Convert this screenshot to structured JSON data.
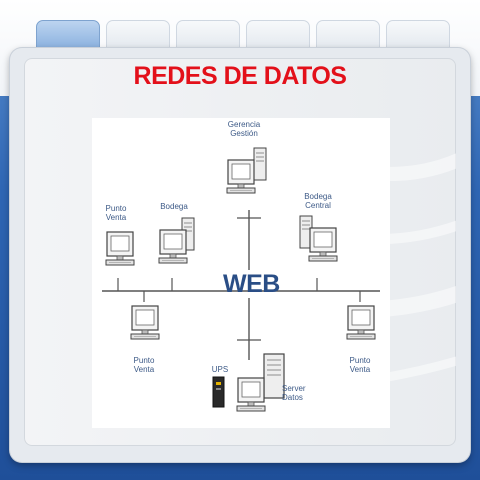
{
  "title": "REDES DE DATOS",
  "network": {
    "center_label": "WEB",
    "nodes": {
      "gerencia": "Gerencia\nGestión",
      "punto_venta_top": "Punto\nVenta",
      "bodega": "Bodega",
      "bodega_central": "Bodega\nCentral",
      "punto_venta_bottom_left": "Punto\nVenta",
      "ups": "UPS",
      "server": "Server\nDatos",
      "punto_venta_bottom_right": "Punto\nVenta"
    }
  },
  "colors": {
    "title": "#e3101a",
    "web_label": "#2a4e86",
    "node_label": "#3d5a87",
    "wire": "#555555"
  },
  "icons": [
    "computer-icon",
    "tower-computer-icon",
    "server-icon",
    "ups-icon"
  ]
}
